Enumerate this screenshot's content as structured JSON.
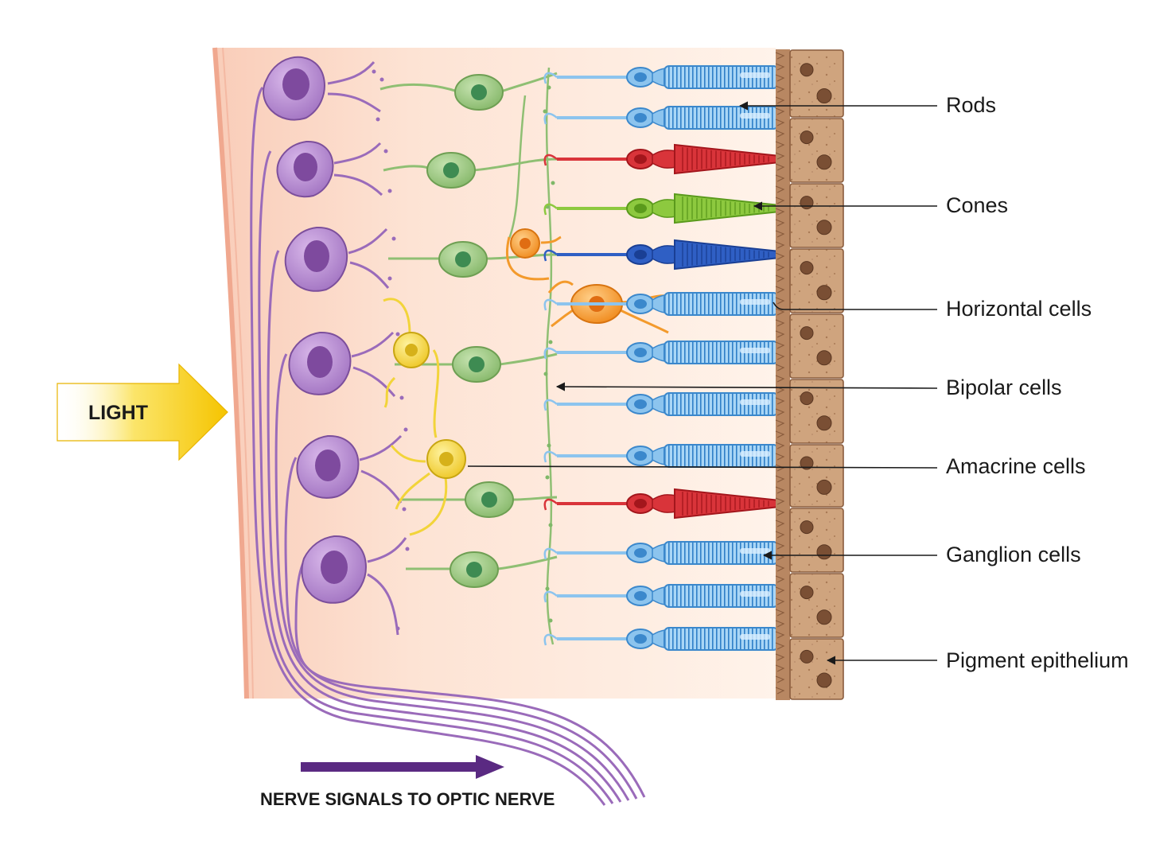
{
  "labels": {
    "rods": "Rods",
    "cones": "Cones",
    "horizontal": "Horizontal cells",
    "bipolar": "Bipolar cells",
    "amacrine": "Amacrine cells",
    "ganglion": "Ganglion cells",
    "pigment": "Pigment epithelium"
  },
  "light_label": "LIGHT",
  "nerve_label": "NERVE SIGNALS TO OPTIC NERVE",
  "colors": {
    "ganglion": "#a678c4",
    "bipolar": "#8fbf73",
    "horizontal": "#f39a2c",
    "amacrine": "#f2d43a",
    "rod": "#8cc4ee",
    "cone_red": "#d9343a",
    "cone_green": "#8dc93f",
    "cone_blue": "#2f5fc4",
    "pigment": "#c9a17c",
    "tissue": "#fde6d8",
    "light_arrow": "#f6d21a",
    "nerve_arrow": "#5a2a82"
  }
}
